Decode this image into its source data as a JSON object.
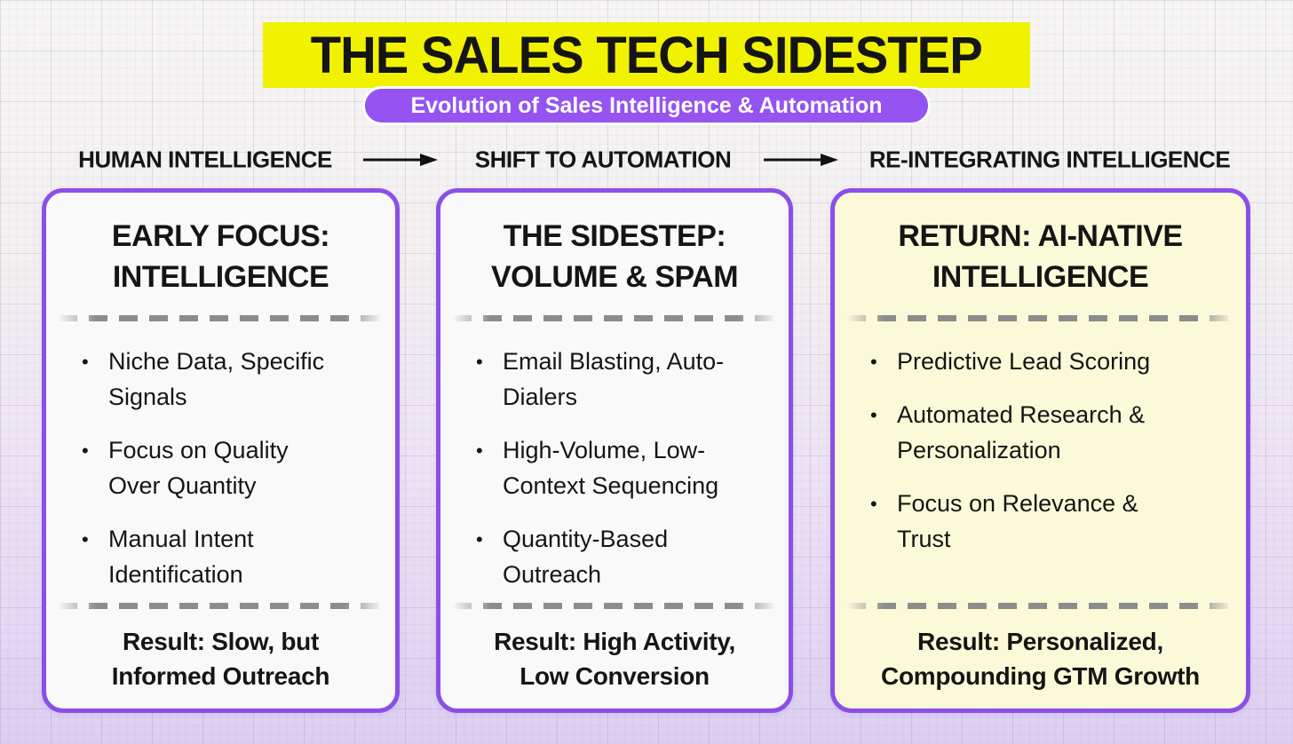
{
  "colors": {
    "highlight_yellow": "#F1F200",
    "pill_purple": "#9553F2",
    "card_border_purple": "#8B4FE8",
    "card_bg": "#F9F9F9",
    "card_bg_yellow": "#FBFAD8",
    "dash_gray": "#8C8C8C",
    "text": "#151515"
  },
  "header": {
    "title": "THE SALES TECH SIDESTEP",
    "subtitle": "Evolution of Sales Intelligence & Automation"
  },
  "stages": [
    {
      "label": "HUMAN INTELLIGENCE"
    },
    {
      "label": "SHIFT TO AUTOMATION"
    },
    {
      "label": "RE-INTEGRATING INTELLIGENCE"
    }
  ],
  "cards": [
    {
      "title": "EARLY FOCUS:\nINTELLIGENCE",
      "bullets": [
        "Niche Data, Specific\nSignals",
        "Focus on Quality\nOver Quantity",
        "Manual Intent\nIdentification"
      ],
      "result": "Result: Slow, but\nInformed Outreach"
    },
    {
      "title": "THE SIDESTEP:\nVOLUME & SPAM",
      "bullets": [
        "Email Blasting, Auto-\nDialers",
        "High-Volume, Low-\nContext Sequencing",
        "Quantity-Based\nOutreach"
      ],
      "result": "Result: High Activity,\nLow Conversion"
    },
    {
      "title": "RETURN: AI-NATIVE\nINTELLIGENCE",
      "bullets": [
        "Predictive Lead Scoring",
        "Automated Research &\nPersonalization",
        "Focus on Relevance &\nTrust"
      ],
      "result": "Result: Personalized,\nCompounding GTM Growth"
    }
  ],
  "icons": {
    "arrow": "arrow-right"
  }
}
